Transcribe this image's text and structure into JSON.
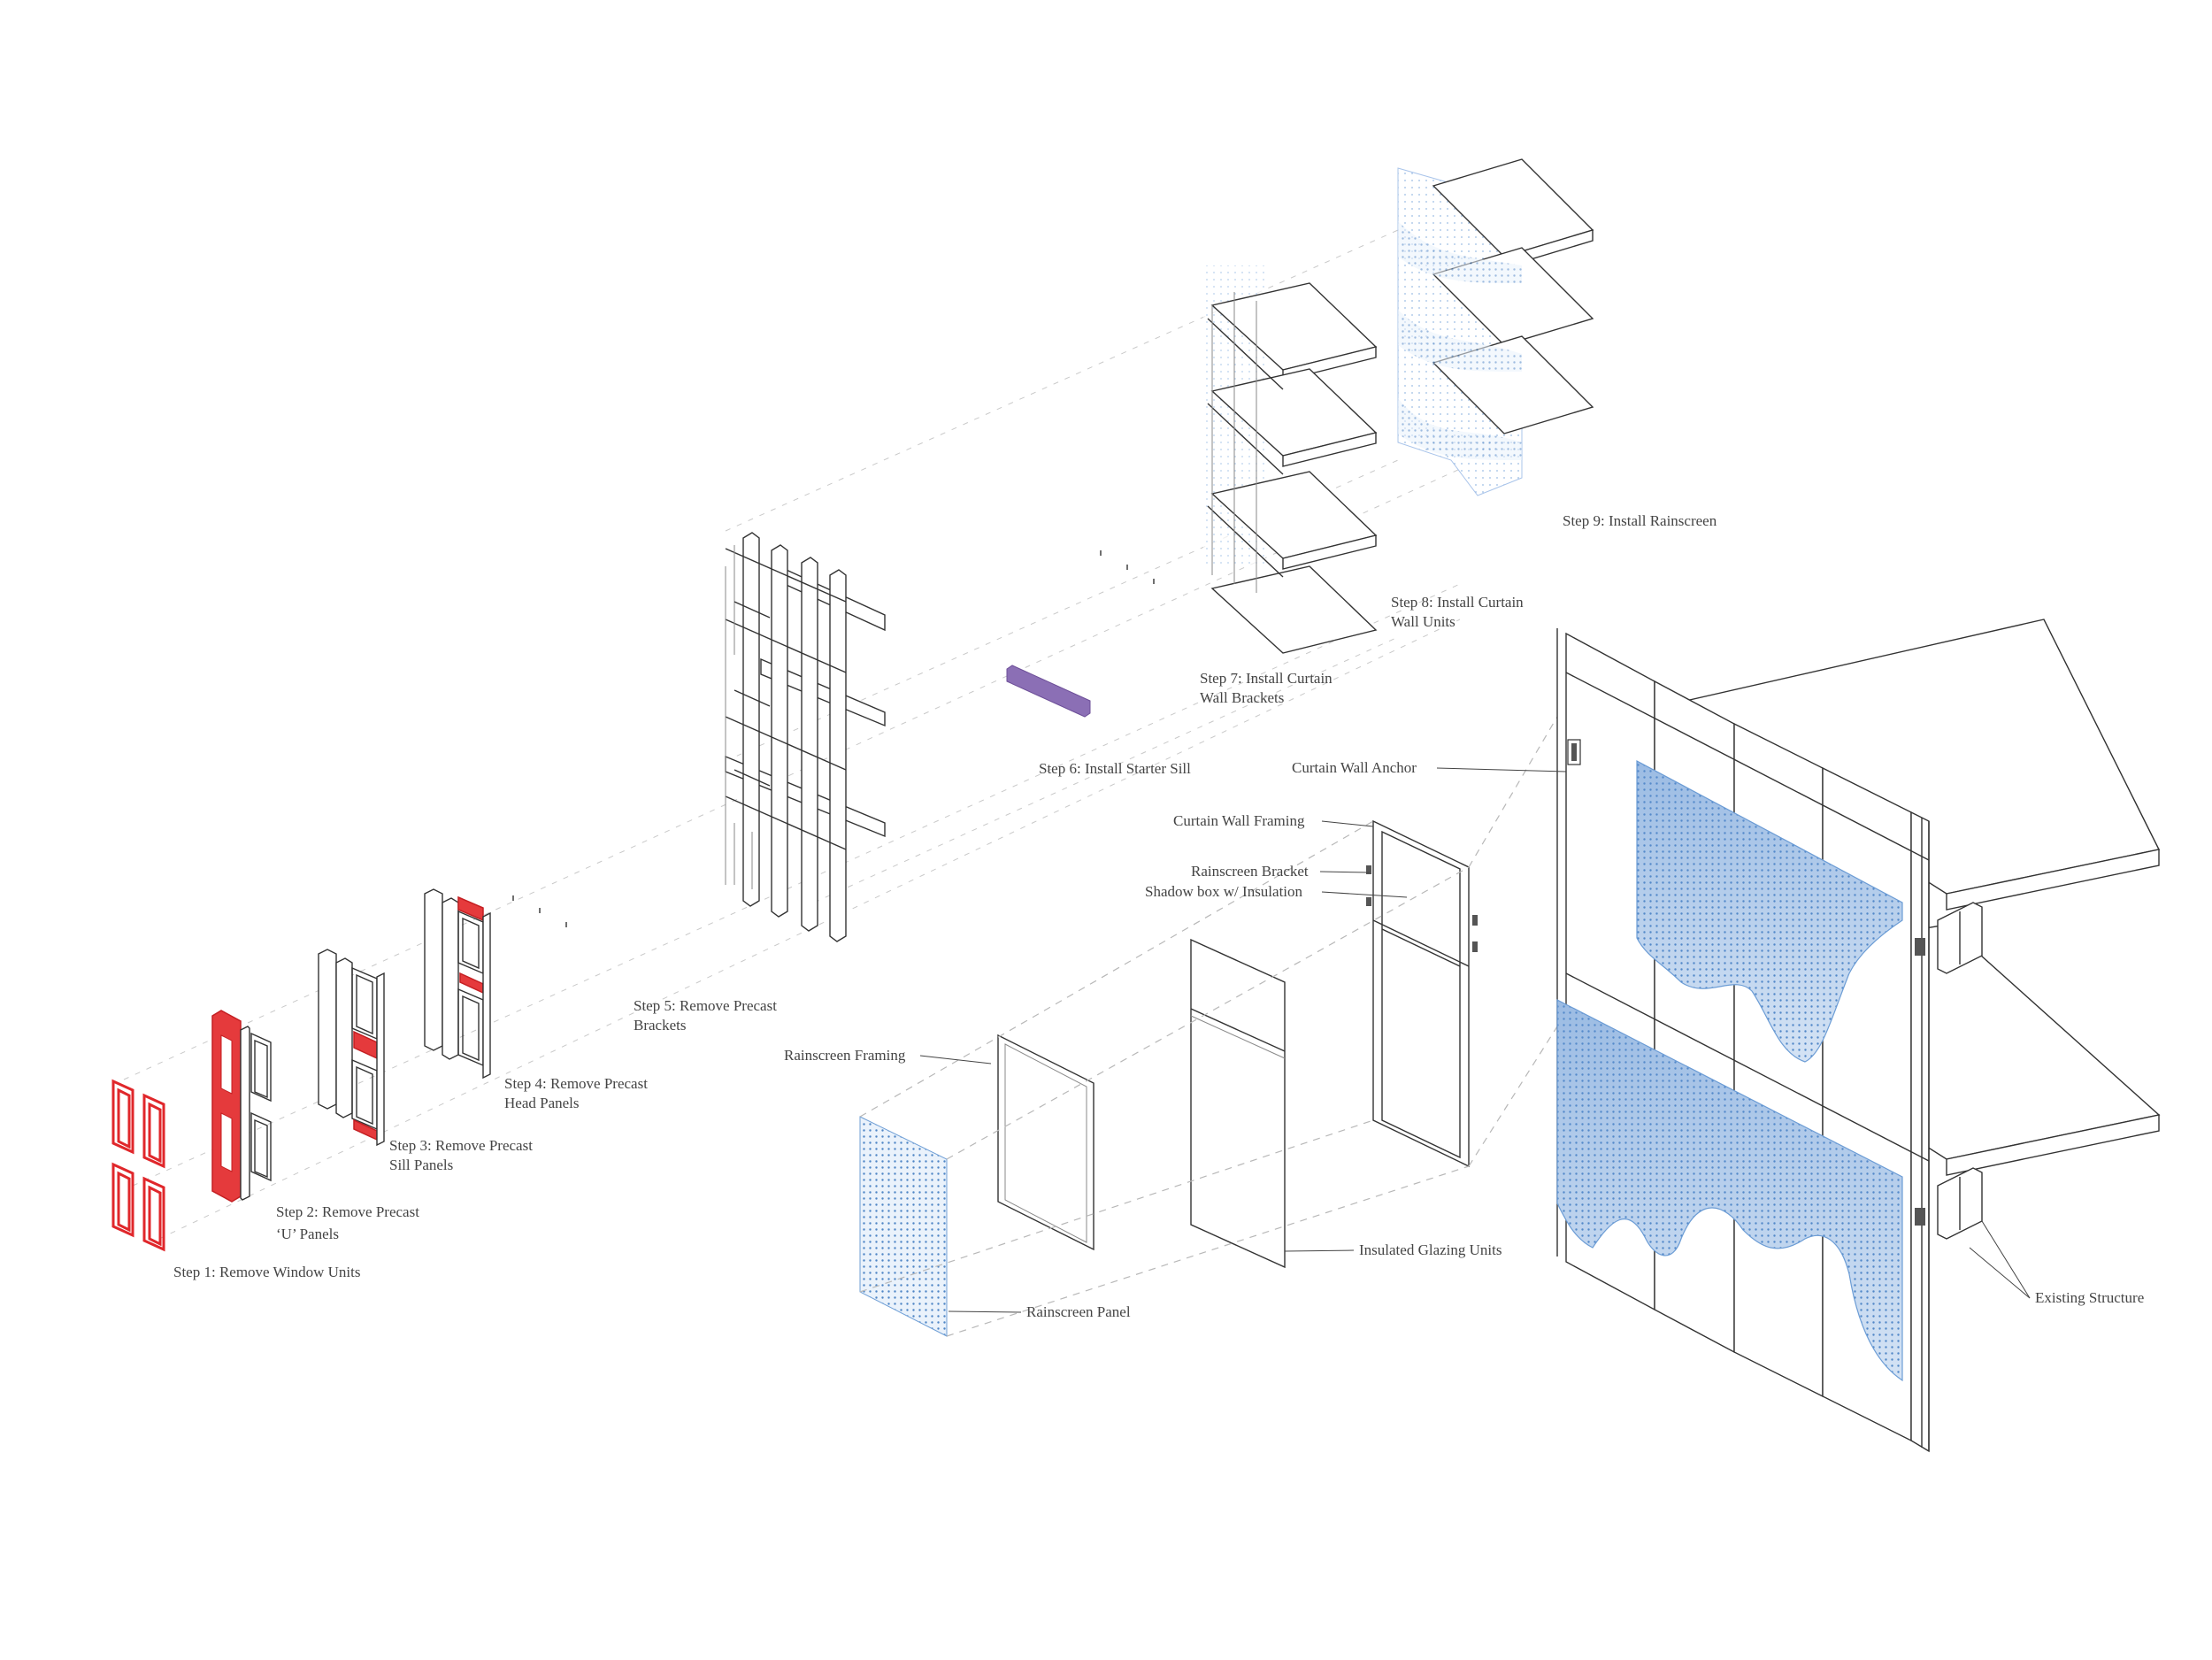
{
  "steps": {
    "step1": "Step 1: Remove Window Units",
    "step2_line1": "Step 2: Remove Precast",
    "step2_line2": "‘U’ Panels",
    "step3_line1": "Step 3: Remove Precast",
    "step3_line2": "Sill Panels",
    "step4_line1": "Step 4: Remove Precast",
    "step4_line2": "Head Panels",
    "step5_line1": "Step 5: Remove Precast",
    "step5_line2": "Brackets",
    "step6": "Step 6: Install Starter Sill",
    "step7_line1": "Step 7: Install Curtain",
    "step7_line2": "Wall Brackets",
    "step8_line1": "Step 8: Install Curtain",
    "step8_line2": "Wall Units",
    "step9": "Step 9: Install Rainscreen"
  },
  "components": {
    "curtain_wall_anchor": "Curtain Wall Anchor",
    "curtain_wall_framing": "Curtain Wall Framing",
    "rainscreen_bracket": "Rainscreen Bracket",
    "shadow_box": "Shadow box w/ Insulation",
    "rainscreen_framing": "Rainscreen Framing",
    "insulated_glazing_units": "Insulated Glazing Units",
    "rainscreen_panel": "Rainscreen Panel",
    "existing_structure": "Existing Structure"
  },
  "colors": {
    "removed": "#e53a3c",
    "starter_sill": "#8b6fb5",
    "rainscreen": "#6f9fd6",
    "linework": "#333333"
  }
}
